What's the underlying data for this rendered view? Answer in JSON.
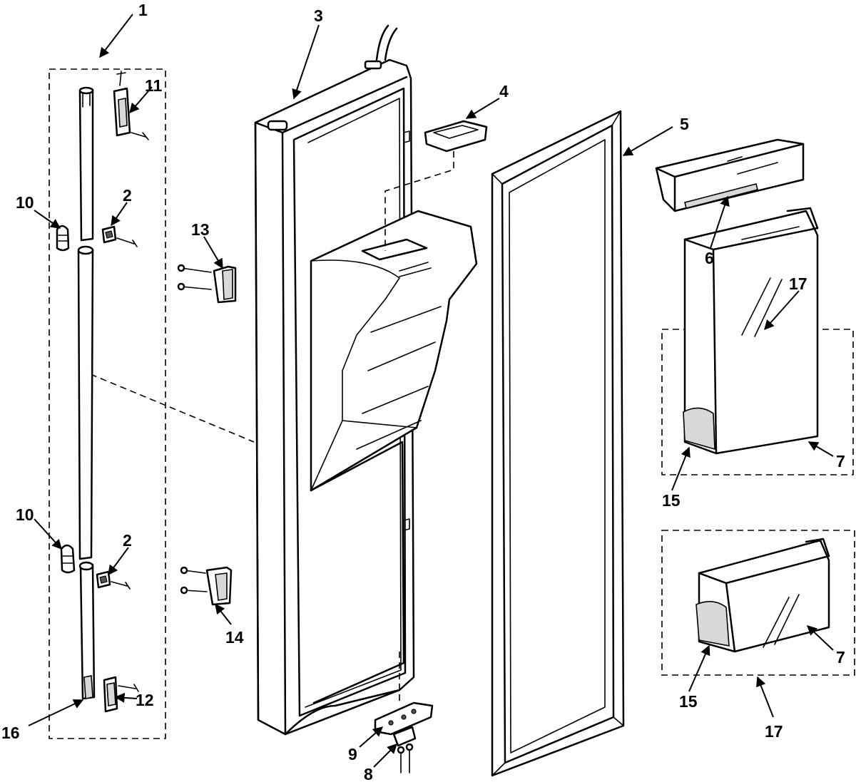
{
  "diagram": {
    "labels": {
      "p1": "1",
      "p2a": "2",
      "p2b": "2",
      "p3": "3",
      "p4": "4",
      "p5": "5",
      "p6": "6",
      "p7a": "7",
      "p7b": "7",
      "p8": "8",
      "p9": "9",
      "p10a": "10",
      "p10b": "10",
      "p11": "11",
      "p12": "12",
      "p13": "13",
      "p14": "14",
      "p15a": "15",
      "p15b": "15",
      "p16": "16",
      "p17a": "17",
      "p17b": "17"
    }
  }
}
